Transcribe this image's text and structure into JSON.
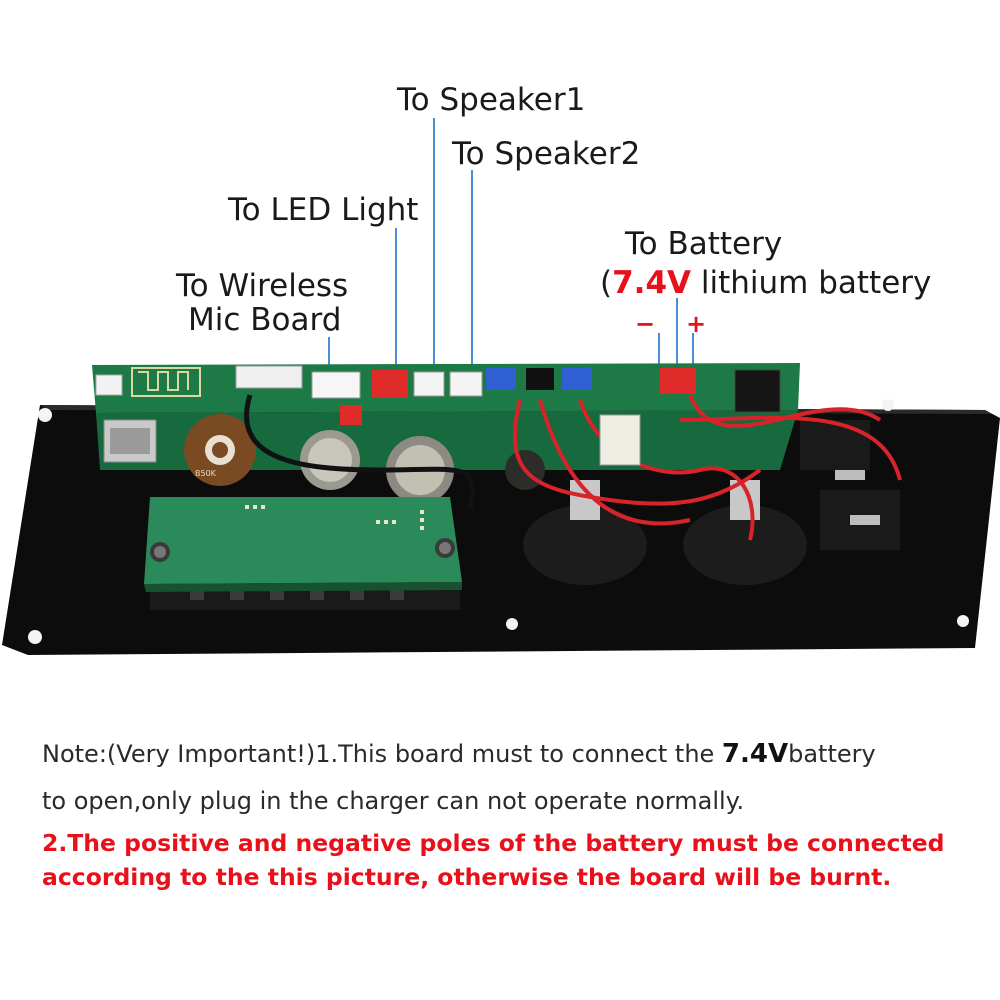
{
  "labels": {
    "speaker1": "To Speaker1",
    "speaker2": "To Speaker2",
    "led": "To LED Light",
    "mic_line1": "To Wireless",
    "mic_line2": "Mic Board",
    "battery_line1": "To Battery",
    "battery_line2_pre": "(",
    "battery_line2_volt": "7.4V",
    "battery_line2_post": " lithium battery",
    "neg": "−",
    "pos": "+"
  },
  "board_print": {
    "pot_label": "B50K"
  },
  "note": {
    "line1_pre": "Note:(Very Important!)1.This board must to connect the ",
    "line1_volt": "7.4V",
    "line1_post": "battery",
    "line2": "to open,only plug in the charger can not operate normally.",
    "warn1": "2.The positive and negative poles of the battery must be connected",
    "warn2": "according to the this picture, otherwise the board will be burnt."
  },
  "colors": {
    "accent_red": "#e8101a",
    "leader_blue": "#4a8fd6",
    "pcb_green": "#1f7a48",
    "panel_black": "#0d0d0d"
  }
}
